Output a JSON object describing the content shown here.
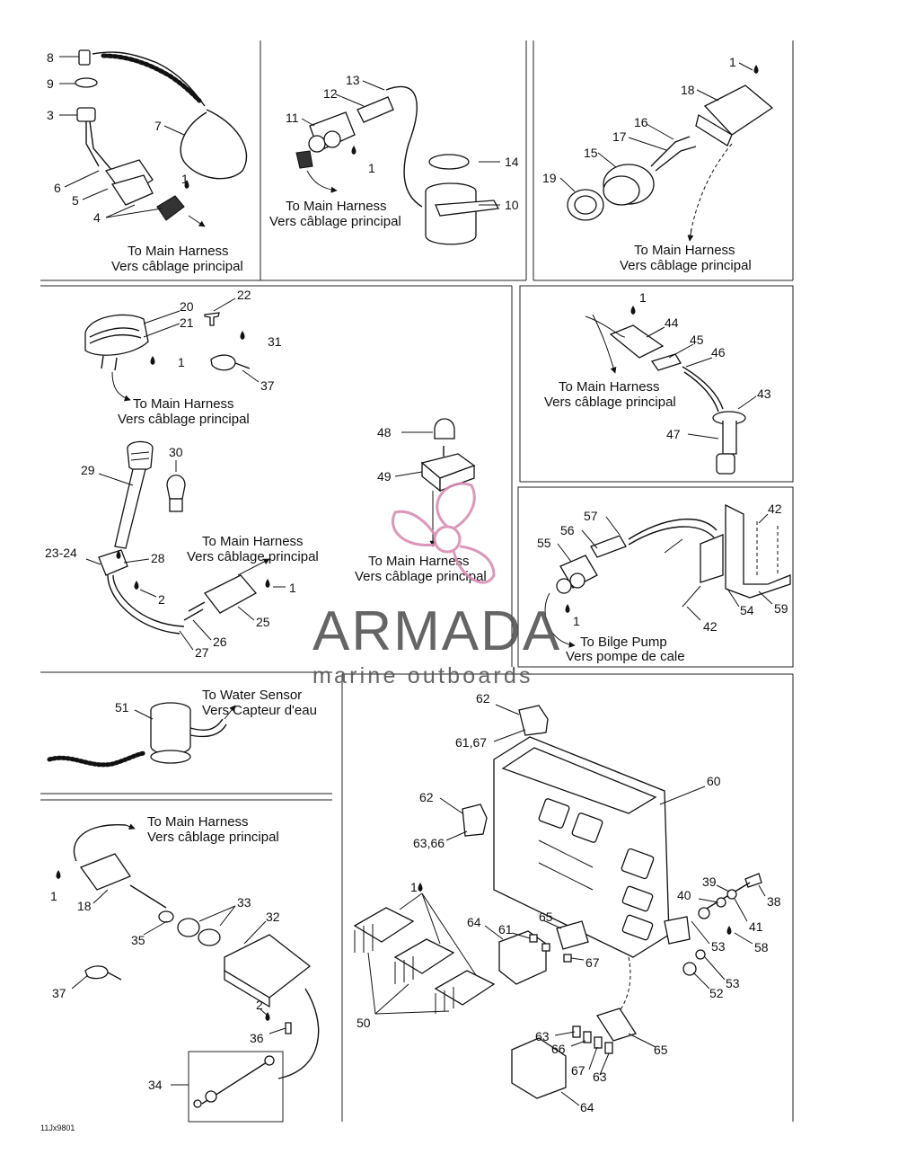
{
  "captions": {
    "to_main_harness": "To Main Harness",
    "vers_cablage": "Vers câblage principal",
    "to_water_sensor": "To Water Sensor",
    "vers_capteur": "Vers Capteur d'eau",
    "to_bilge_pump": "To Bilge Pump",
    "vers_pompe": "Vers pompe de cale"
  },
  "watermark": {
    "brand": "ARMADA",
    "tagline": "marine outboards",
    "color_brand": "#555555",
    "color_logo": "#d98cb3"
  },
  "drawing_code": "11Jx9801",
  "callouts": {
    "p1": {
      "c8": "8",
      "c9": "9",
      "c3": "3",
      "c7": "7",
      "c6": "6",
      "c5": "5",
      "c1": "1",
      "c4": "4"
    },
    "p2": {
      "c13": "13",
      "c12": "12",
      "c11": "11",
      "c1": "1",
      "c14": "14",
      "c10": "10"
    },
    "p3": {
      "c1": "1",
      "c18": "18",
      "c16": "16",
      "c17": "17",
      "c15": "15",
      "c19": "19"
    },
    "p4": {
      "c20": "20",
      "c21": "21",
      "c22": "22",
      "c31": "31",
      "c1": "1",
      "c37": "37",
      "c29": "29",
      "c30": "30",
      "c2324": "23-24",
      "c28": "28",
      "c2": "2",
      "c1b": "1",
      "c25": "25",
      "c26": "26",
      "c27": "27",
      "c48": "48",
      "c49": "49"
    },
    "p5": {
      "c1": "1",
      "c44": "44",
      "c45": "45",
      "c46": "46",
      "c43": "43",
      "c47": "47"
    },
    "p6": {
      "c57": "57",
      "c56": "56",
      "c55": "55",
      "c42a": "42",
      "c42b": "42",
      "c54": "54",
      "c59": "59",
      "c1": "1"
    },
    "p7": {
      "c51": "51"
    },
    "p8": {
      "c1": "1",
      "c18": "18",
      "c33": "33",
      "c32": "32",
      "c35": "35",
      "c37": "37",
      "c2": "2",
      "c36": "36",
      "c34": "34"
    },
    "p9": {
      "c62a": "62",
      "c6167": "61,67",
      "c60": "60",
      "c62b": "62",
      "c6366": "63,66",
      "c1": "1",
      "c64a": "64",
      "c61": "61",
      "c65a": "65",
      "c67a": "67",
      "c39": "39",
      "c38": "38",
      "c40": "40",
      "c41": "41",
      "c53a": "53",
      "c58": "58",
      "c53b": "53",
      "c52": "52",
      "c50": "50",
      "c63a": "63",
      "c66": "66",
      "c65b": "65",
      "c67b": "67",
      "c63b": "63",
      "c64b": "64"
    }
  }
}
